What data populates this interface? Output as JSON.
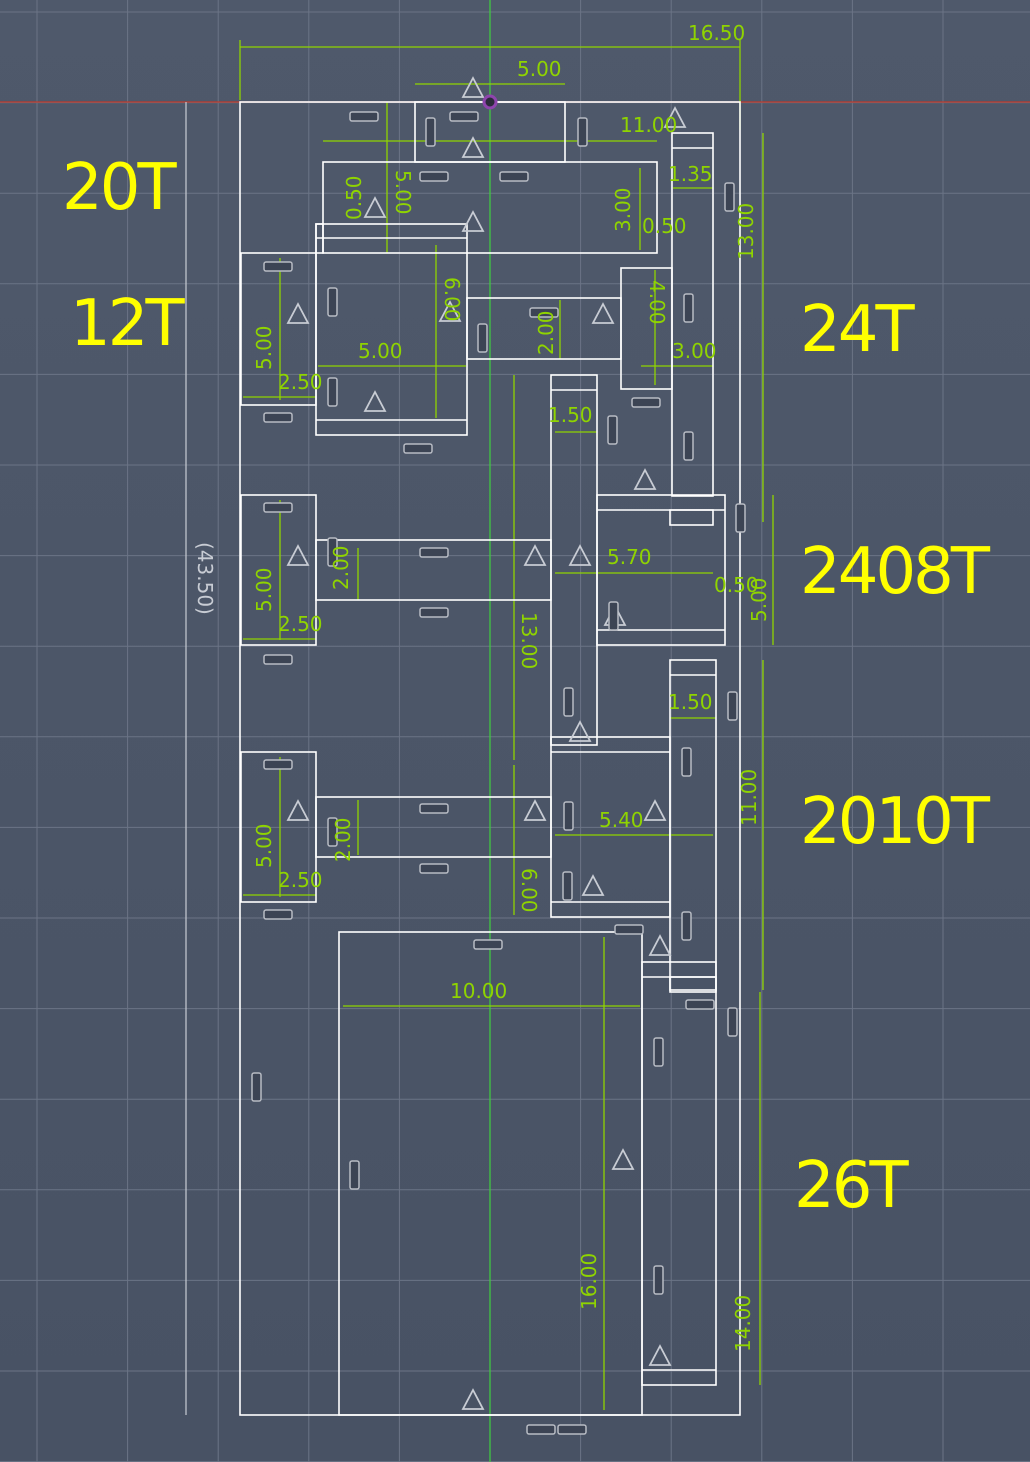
{
  "sketch": {
    "colors": {
      "background": "#4b5567",
      "geometry": "#ffffff",
      "dimension": "#8fd400",
      "label": "#ffff00",
      "x_axis": "#c0392b",
      "y_axis": "#3fcf3f",
      "origin": "#8e44ad"
    },
    "dimensions": [
      "16.50",
      "5.00",
      "11.00",
      "1.35",
      "5.00",
      "0.50",
      "3.00",
      "0.50",
      "13.00",
      "6.00",
      "4.00",
      "2.00",
      "5.00",
      "3.00",
      "5.00",
      "2.50",
      "1.50",
      "5.70",
      "0.50",
      "5.00",
      "5.00",
      "2.00",
      "2.50",
      "13.00",
      "1.50",
      "11.00",
      "5.40",
      "5.00",
      "2.00",
      "2.50",
      "6.00",
      "10.00",
      "16.00",
      "14.00"
    ],
    "reference_dimension": "(43.50)",
    "labels": [
      "20T",
      "12T",
      "24T",
      "2408T",
      "2010T",
      "26T"
    ]
  }
}
